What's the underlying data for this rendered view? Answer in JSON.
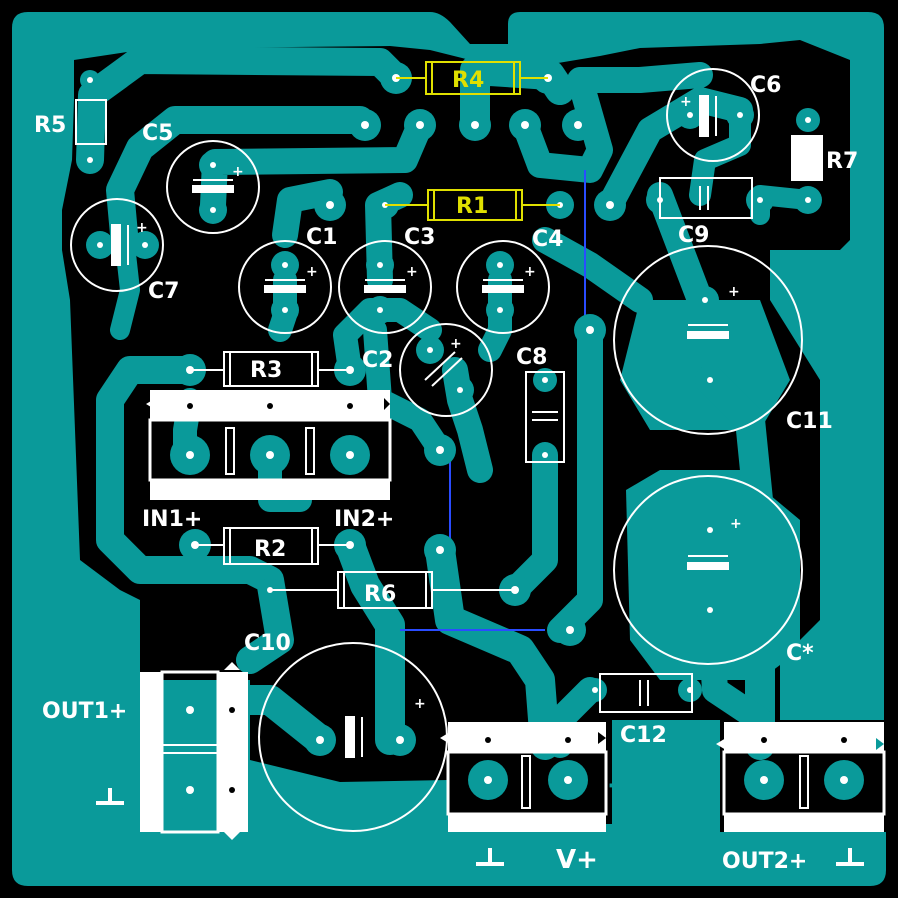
{
  "board": {
    "copper_color": "#0a9a9a",
    "background_color": "#000000",
    "silk_color": "#ffffff",
    "highlight_color": "#e0e000",
    "jumper_color": "#2a4cff"
  },
  "components": {
    "R1": "R1",
    "R2": "R2",
    "R3": "R3",
    "R4": "R4",
    "R5": "R5",
    "R6": "R6",
    "R7": "R7",
    "C1": "C1",
    "C2": "C2",
    "C3": "C3",
    "C4": "C4",
    "C5": "C5",
    "C6": "C6",
    "C7": "C7",
    "C8": "C8",
    "C9": "C9",
    "C10": "C10",
    "C11": "C11",
    "C12": "C12",
    "Cx": "C*"
  },
  "connectors": {
    "in1": "IN1+",
    "in2": "IN2+",
    "out1": "OUT1+",
    "out2": "OUT2+",
    "vplus": "V+",
    "gnd": "⊥"
  },
  "polarity": "+"
}
